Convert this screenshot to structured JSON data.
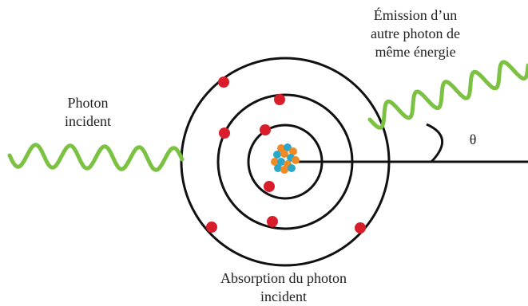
{
  "labels": {
    "incident_photon_line1": "Photon",
    "incident_photon_line2": "incident",
    "emission_line1": "Émission d’un",
    "emission_line2": "autre photon de",
    "emission_line3": "même énergie",
    "absorption_line1": "Absorption du photon",
    "absorption_line2": "incident",
    "angle_symbol": "θ"
  },
  "colors": {
    "wave": "#7cc242",
    "electron": "#d81e2a",
    "orbit": "#111111",
    "nucleus_proton": "#f08a24",
    "nucleus_neutron": "#2aa7c9"
  }
}
